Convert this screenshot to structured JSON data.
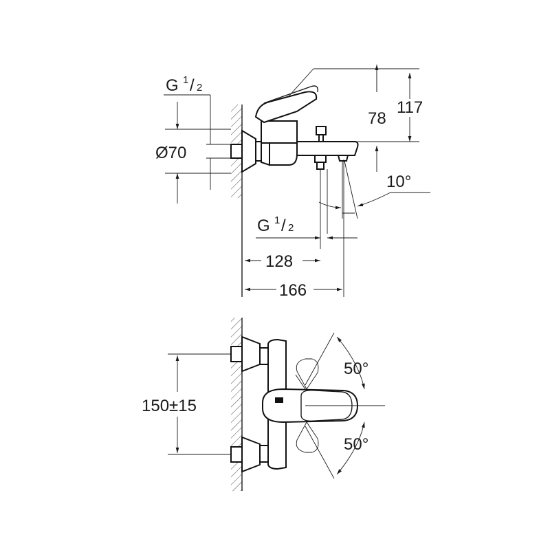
{
  "side_view": {
    "inlet_thread": {
      "main": "G",
      "sup": "1",
      "sub": "2"
    },
    "diameter_label": "Ø70",
    "height_lever": "117",
    "height_spout": "78",
    "spout_angle": "10°",
    "outlet_thread": {
      "main": "G",
      "sup": "1",
      "sub": "2"
    },
    "depth_outlet": "128",
    "depth_total": "166"
  },
  "front_view": {
    "center_distance": "150±15",
    "lever_angle_up": "50°",
    "lever_angle_down": "50°"
  }
}
